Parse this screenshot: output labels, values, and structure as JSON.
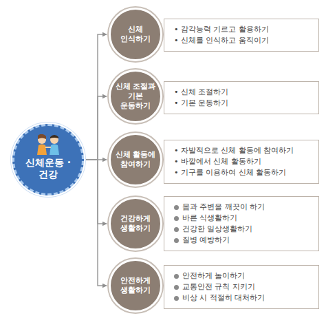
{
  "diagram": {
    "nodes": [
      {
        "text": [
          "신체운동 · 건강"
        ]
      },
      {
        "text": [
          "신체 인식하기"
        ]
      },
      {
        "text": [
          "• 감각능력 기르고 활용하기",
          "• 신체를 인식하고 움직이기"
        ]
      },
      {
        "text": [
          "신체 조절과 기본 운동하기"
        ]
      },
      {
        "text": [
          "• 신체 조절하기",
          "• 기본 운동하기"
        ]
      },
      {
        "text": [
          "신체 활동에 참여하기"
        ]
      },
      {
        "text": [
          "• 자발적으로 신체 활동에 참여하기",
          "• 바깥에서 신체 활동하기",
          "• 기구를 이용하여 신체 활동하기"
        ]
      },
      {
        "text": [
          "건강하게 생활하기"
        ]
      },
      {
        "text": [
          "몸과 주변을 깨끗이 하기",
          "바른 식생활하기",
          "건강한 일상생활하기",
          "질병 예방하기"
        ]
      },
      {
        "text": [
          "안전하게 생활하기"
        ]
      },
      {
        "text": [
          "안전하게 놀이하기",
          "교통안전 규칙 지키기",
          "비상 시 적절히 대처하기"
        ]
      }
    ],
    "edges": [
      {
        "from": 0,
        "to": 1,
        "arrow": "to"
      },
      {
        "from": 0,
        "to": 3,
        "arrow": "to"
      },
      {
        "from": 0,
        "to": 5,
        "arrow": "to"
      },
      {
        "from": 0,
        "to": 7,
        "arrow": "to"
      },
      {
        "from": 0,
        "to": 9,
        "arrow": "to"
      }
    ]
  }
}
